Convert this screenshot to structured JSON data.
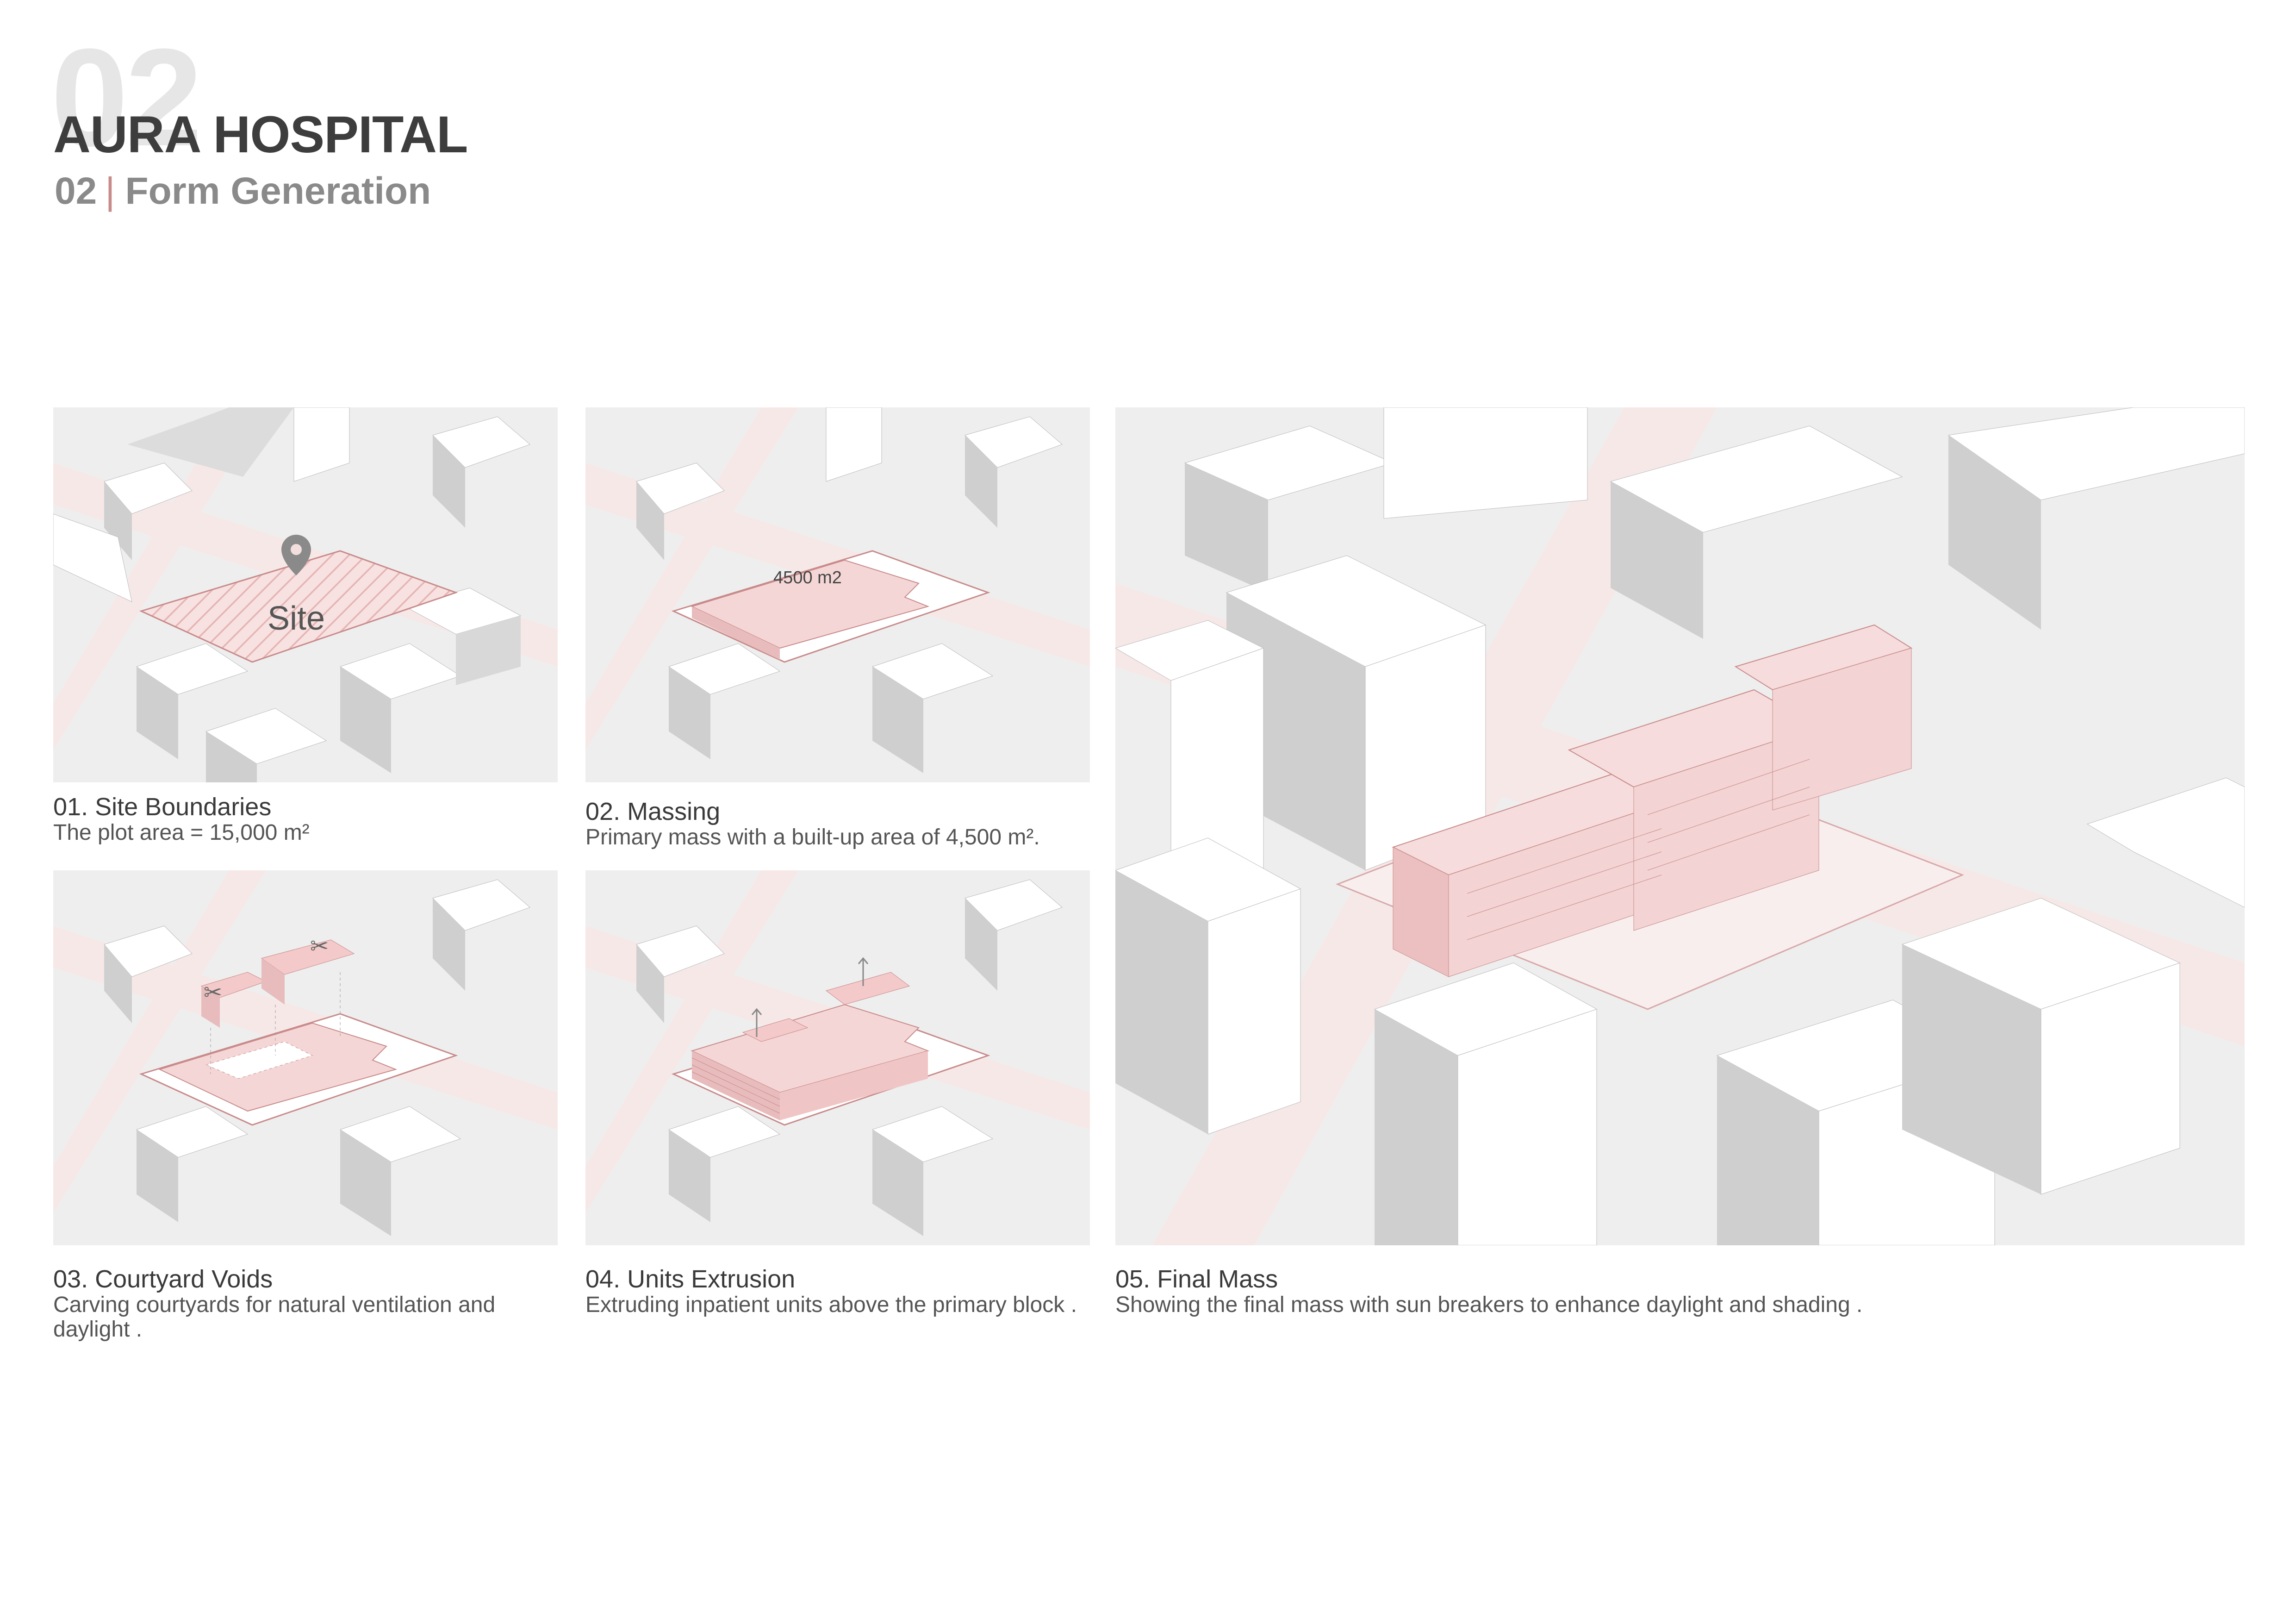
{
  "header": {
    "bg_number": "02",
    "title": "AURA HOSPITAL",
    "section_number": "02",
    "section_separator": "|",
    "section_title": "Form Generation"
  },
  "panels": [
    {
      "title": "01. Site Boundaries",
      "desc": "The plot area = 15,000 m²",
      "label": "Site",
      "icon": "location-pin-icon"
    },
    {
      "title": "02. Massing",
      "desc": "Primary mass with a built-up area of 4,500 m².",
      "label": "4500 m2"
    },
    {
      "title": "03. Courtyard Voids",
      "desc": "Carving courtyards for natural ventilation and daylight .",
      "icon": "scissors-icon"
    },
    {
      "title": "04. Units Extrusion",
      "desc": "Extruding inpatient units above the primary block .",
      "icon": "arrow-up-icon"
    },
    {
      "title": "05. Final Mass",
      "desc": "Showing the final mass with sun breakers to enhance daylight and shading ."
    }
  ],
  "colors": {
    "accent": "#c98a8a",
    "building_top": "#ffffff",
    "building_side": "#cfcfcf",
    "ground": "#eeeeee",
    "road": "#f7e6e6",
    "hospital": "#f3d3d3"
  }
}
